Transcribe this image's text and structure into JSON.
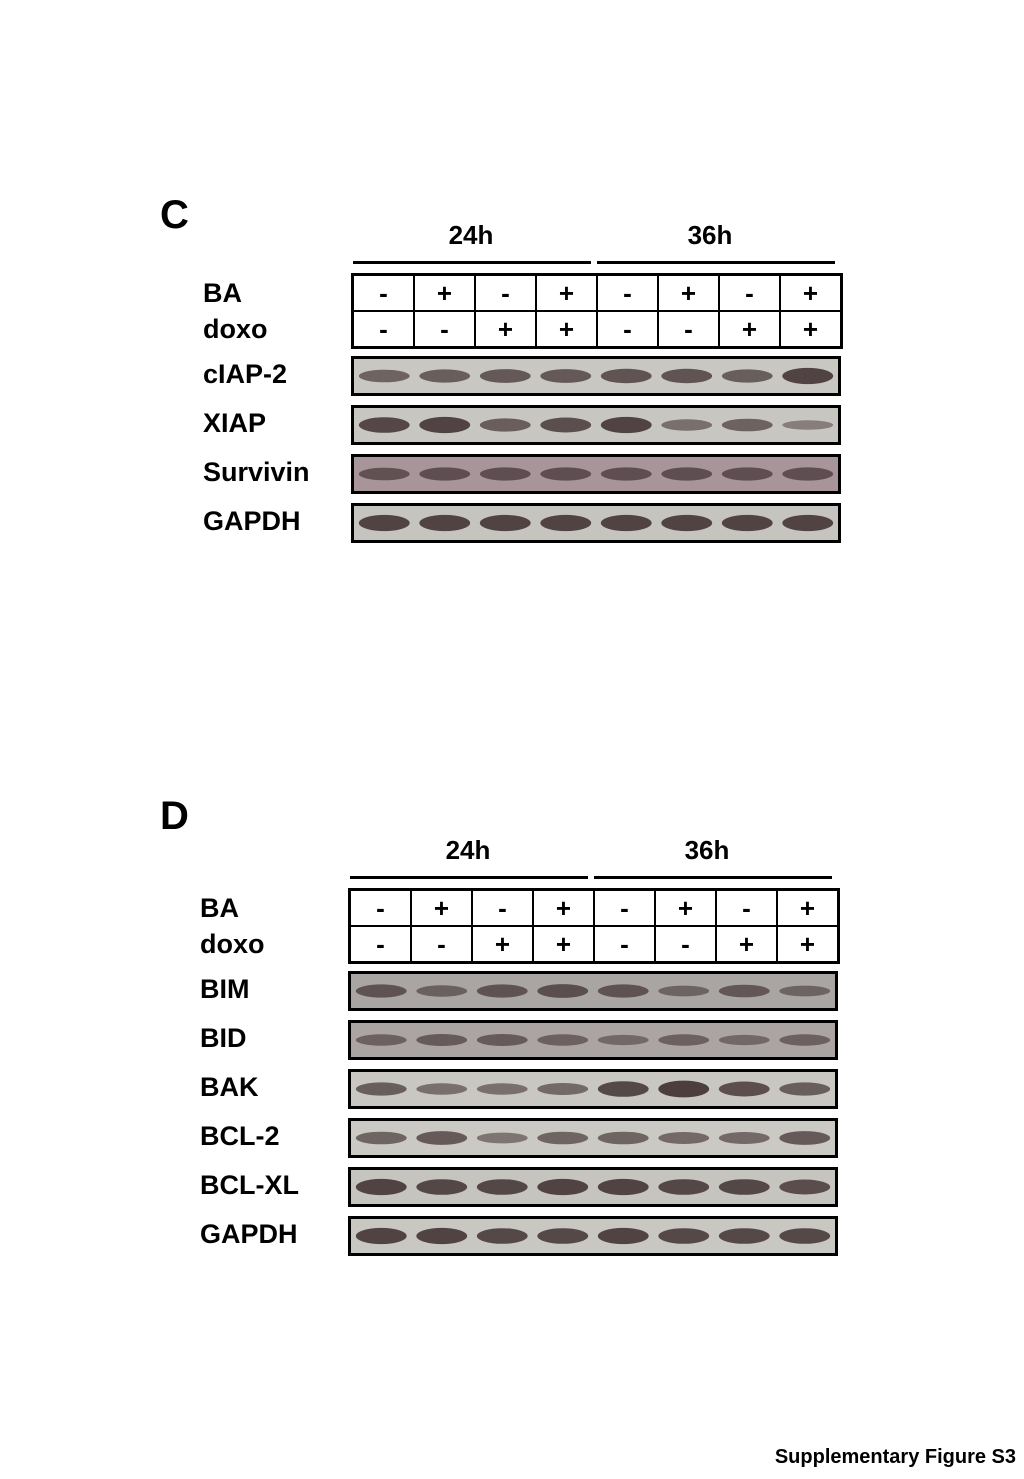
{
  "panels": [
    {
      "letter": "C",
      "time_groups": [
        "24h",
        "36h"
      ],
      "condition_labels": [
        "BA",
        "doxo"
      ],
      "ba": [
        "-",
        "+",
        "-",
        "+",
        "-",
        "+",
        "-",
        "+"
      ],
      "doxo": [
        "-",
        "-",
        "+",
        "+",
        "-",
        "-",
        "+",
        "+"
      ],
      "blots": [
        {
          "label": "cIAP-2",
          "intensity": [
            0.55,
            0.6,
            0.65,
            0.65,
            0.7,
            0.7,
            0.6,
            0.85
          ],
          "background": "#c9c7c1"
        },
        {
          "label": "XIAP",
          "intensity": [
            0.8,
            0.85,
            0.6,
            0.75,
            0.85,
            0.45,
            0.55,
            0.3
          ],
          "background": "#c8c6c0"
        },
        {
          "label": "Survivin",
          "intensity": [
            0.55,
            0.6,
            0.6,
            0.6,
            0.6,
            0.6,
            0.6,
            0.6
          ],
          "background": "#a8959a"
        },
        {
          "label": "GAPDH",
          "intensity": [
            0.85,
            0.85,
            0.85,
            0.85,
            0.85,
            0.85,
            0.85,
            0.85
          ],
          "background": "#c6c4be"
        }
      ]
    },
    {
      "letter": "D",
      "time_groups": [
        "24h",
        "36h"
      ],
      "condition_labels": [
        "BA",
        "doxo"
      ],
      "ba": [
        "-",
        "+",
        "-",
        "+",
        "-",
        "+",
        "-",
        "+"
      ],
      "doxo": [
        "-",
        "-",
        "+",
        "+",
        "-",
        "-",
        "+",
        "+"
      ],
      "blots": [
        {
          "label": "BIM",
          "intensity": [
            0.6,
            0.45,
            0.6,
            0.65,
            0.6,
            0.4,
            0.55,
            0.4
          ],
          "background": "#a9a5a3"
        },
        {
          "label": "BID",
          "intensity": [
            0.45,
            0.5,
            0.5,
            0.45,
            0.35,
            0.45,
            0.35,
            0.45
          ],
          "background": "#aaa4a3"
        },
        {
          "label": "BAK",
          "intensity": [
            0.6,
            0.45,
            0.45,
            0.5,
            0.8,
            0.9,
            0.75,
            0.6
          ],
          "background": "#c9c7c1"
        },
        {
          "label": "BCL-2",
          "intensity": [
            0.55,
            0.65,
            0.4,
            0.55,
            0.55,
            0.5,
            0.5,
            0.65
          ],
          "background": "#cbc9c3"
        },
        {
          "label": "BCL-XL",
          "intensity": [
            0.85,
            0.8,
            0.8,
            0.85,
            0.85,
            0.8,
            0.8,
            0.75
          ],
          "background": "#c6c4be"
        },
        {
          "label": "GAPDH",
          "intensity": [
            0.85,
            0.85,
            0.8,
            0.8,
            0.85,
            0.8,
            0.8,
            0.8
          ],
          "background": "#c9c7c1"
        }
      ]
    }
  ],
  "footer": "Supplementary Figure S3",
  "colors": {
    "band": "#3a2a2c",
    "ink": "#000000"
  }
}
